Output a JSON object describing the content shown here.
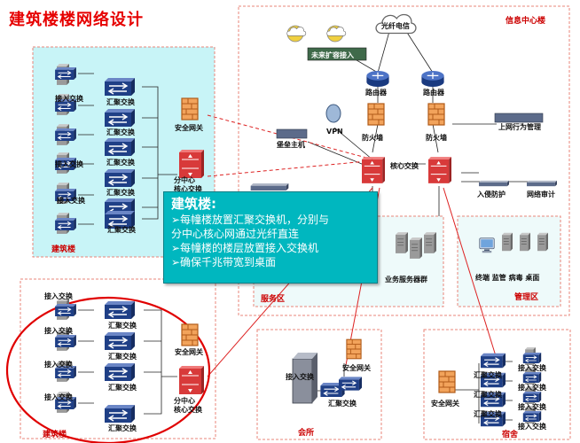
{
  "title": "建筑楼楼网络设计",
  "callout": {
    "title": "建筑楼:",
    "lines": [
      "➢每幢楼放置汇聚交换机，分别与",
      "分中心核心网通过光纤直连",
      "➢每幢楼的楼层放置接入交换机",
      "➢确保千兆带宽到桌面"
    ]
  },
  "zones": {
    "info_center": "信息中心楼",
    "building_top": "建筑楼",
    "building_bottom": "建筑楼",
    "club": "会所",
    "dorm": "宿舍",
    "management": "管理区",
    "service": "服务区"
  },
  "labels": {
    "access_switch": "接入交换",
    "aggregation_switch": "汇聚交换",
    "security_gateway": "安全网关",
    "branch_core": "分中心\n核心交换",
    "fiber_telecom": "光纤电信",
    "future_expansion": "未来扩容接入",
    "router": "路由器",
    "vpn": "VPN",
    "firewall": "防火墙",
    "core_switch": "核心交换",
    "bastion_host": "堡垒主机",
    "internet_behavior": "上网行为管理",
    "intrusion_protection": "入侵防护",
    "network_audit": "网络审计",
    "service_servers": "业务服务器群",
    "mgmt_terminals": "终端 监管 病毒 桌面"
  },
  "colors": {
    "title": "#e60000",
    "callout_bg": "#00b7bf",
    "zone_border": "#e8857a",
    "top_left_bg": "#c8f4f7",
    "highlight_ellipse": "#e00000",
    "switch_blue": "#1f3f86",
    "firewall_orange": "#f2a35b",
    "core_red": "#d83a3a"
  }
}
